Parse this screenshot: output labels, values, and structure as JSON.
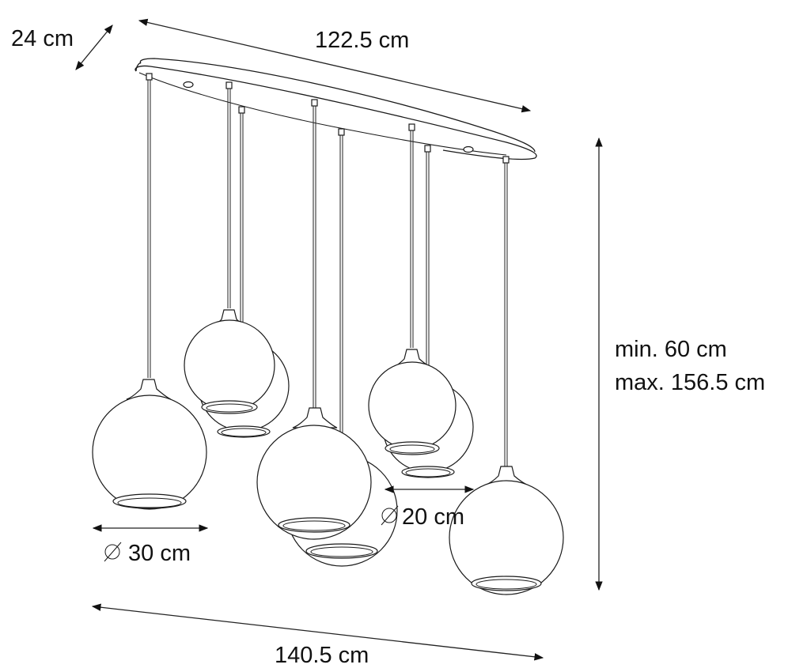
{
  "title": "Pendant lamp dimension drawing",
  "colors": {
    "background": "#ffffff",
    "line": "#1a1a1a",
    "text": "#111111"
  },
  "dimensions": {
    "canopy_depth": "24 cm",
    "canopy_length": "122.5 cm",
    "height_min": "min. 60 cm",
    "height_max": "max. 156.5 cm",
    "large_shade_diameter": "30 cm",
    "small_shade_diameter": "20 cm",
    "total_width": "140.5 cm",
    "diameter_symbol": "⌀"
  },
  "lamp": {
    "pendant_count": 8,
    "large_shades": 3,
    "small_shades": 5,
    "canopy_shape": "elongated oval"
  }
}
